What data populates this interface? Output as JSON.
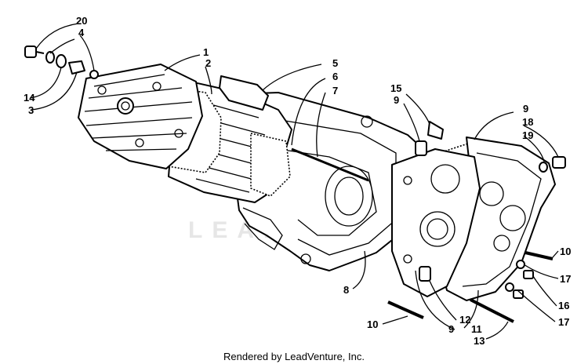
{
  "watermark": "LEADVENTURE",
  "footer": "Rendered by LeadVenture, Inc.",
  "callouts": [
    "20",
    "4",
    "1",
    "2",
    "5",
    "6",
    "7",
    "14",
    "3",
    "15",
    "9",
    "9",
    "18",
    "19",
    "10",
    "17",
    "16",
    "17",
    "8",
    "10",
    "12",
    "9",
    "11",
    "13"
  ]
}
